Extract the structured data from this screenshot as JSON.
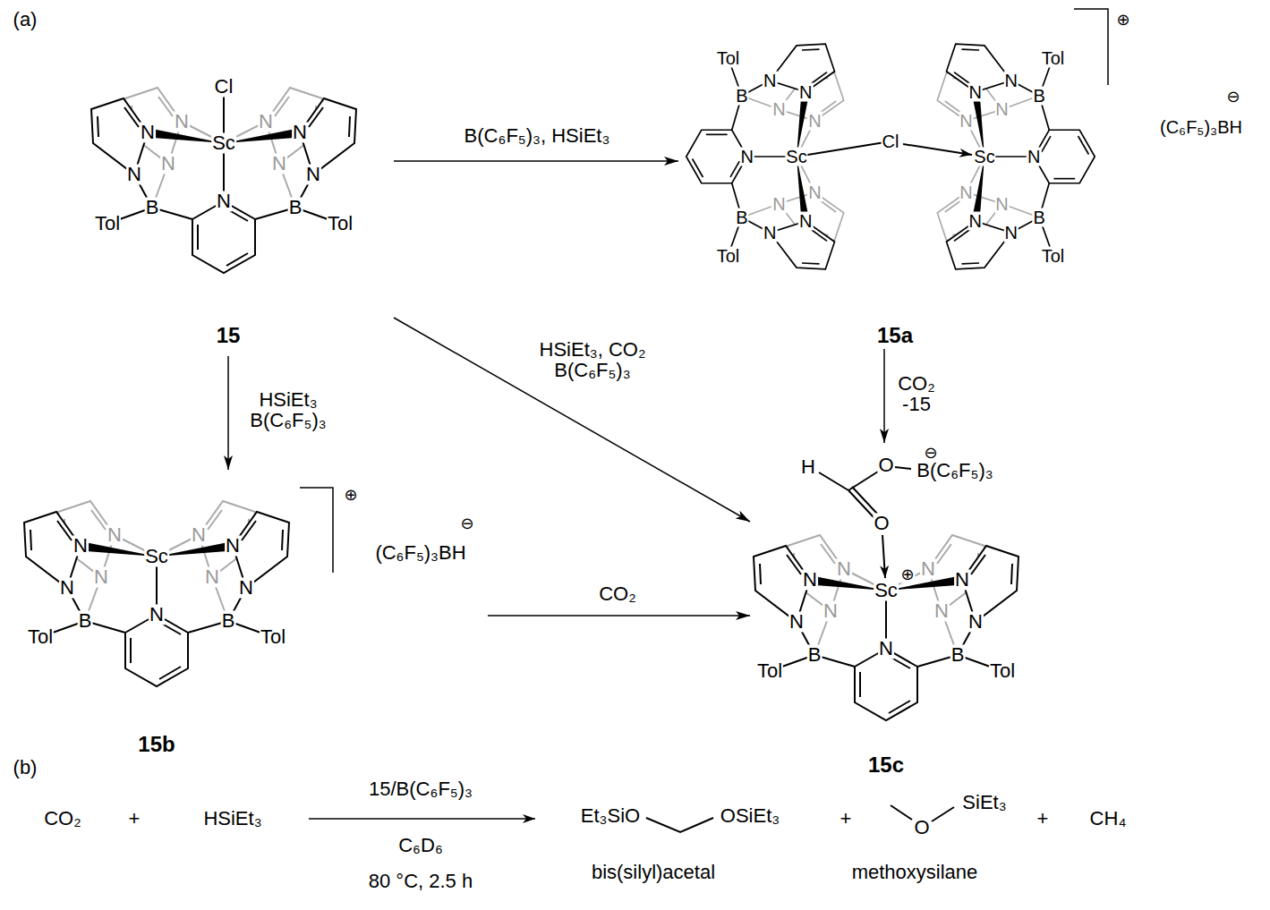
{
  "diagram": {
    "nodes": [
      {
        "text": [
          "Cl",
          "N",
          "N",
          "N",
          "N",
          "Sc",
          "N",
          "N",
          "N",
          "N",
          "N",
          "B",
          "B",
          "Tol",
          "Tol",
          "15"
        ]
      },
      {
        "text": [
          "N",
          "N",
          "N",
          "N",
          "Sc",
          "N",
          "N",
          "N",
          "N",
          "N",
          "B",
          "B",
          "Tol",
          "Tol",
          "Cl",
          "N",
          "N",
          "N",
          "N",
          "Sc",
          "N",
          "N",
          "N",
          "N",
          "N",
          "B",
          "B",
          "Tol",
          "Tol",
          "⊕",
          "(C₆F₅)₃BH",
          "⊖",
          "15a"
        ]
      },
      {
        "text": [
          "N",
          "N",
          "N",
          "N",
          "Sc",
          "N",
          "N",
          "N",
          "N",
          "N",
          "B",
          "B",
          "Tol",
          "Tol",
          "⊕",
          "(C₆F₅)₃BH",
          "⊖",
          "15b"
        ]
      },
      {
        "text": [
          "N",
          "N",
          "N",
          "N",
          "Sc",
          "N",
          "N",
          "N",
          "N",
          "N",
          "B",
          "B",
          "Tol",
          "Tol",
          "⊕",
          "H",
          "O",
          "O",
          "⊖",
          "B(C₆F₅)₃",
          "15c"
        ]
      }
    ],
    "edges": [
      {
        "from": 0,
        "to": 1,
        "arrow": "to",
        "label": "B(C₆F₅)₃, HSiEt₃"
      },
      {
        "from": 0,
        "to": 2,
        "arrow": "to",
        "label": "HSiEt₃ B(C₆F₅)₃"
      },
      {
        "from": 0,
        "to": 3,
        "arrow": "to",
        "label": "HSiEt₃, CO₂ B(C₆F₅)₃"
      },
      {
        "from": 1,
        "to": 3,
        "arrow": "to",
        "label": "CO₂ -15"
      },
      {
        "from": 2,
        "to": 3,
        "arrow": "to",
        "label": "CO₂"
      }
    ],
    "labels": [
      "(a)",
      "(b)",
      "CO₂",
      "+",
      "HSiEt₃",
      "15/B(C₆F₅)₃",
      "C₆D₆",
      "80 °C, 2.5 h",
      "Et₃SiO",
      "OSiEt₃",
      "+",
      "O",
      "SiEt₃",
      "+",
      "CH₄",
      "bis(silyl)acetal",
      "methoxysilane"
    ]
  }
}
